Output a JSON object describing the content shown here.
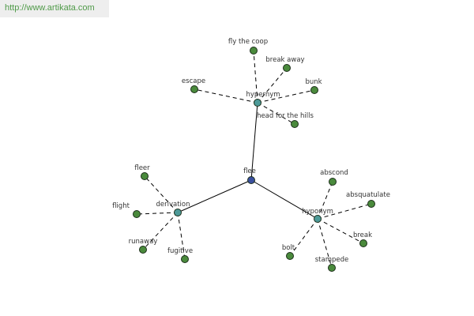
{
  "watermark": {
    "text": "http://www.artikata.com",
    "color": "#4f9a48"
  },
  "graph": {
    "colors": {
      "root": "#3a4f9e",
      "relation": "#4d9a98",
      "word": "#4a8a3c"
    },
    "root": {
      "id": "flee",
      "label": "flee"
    },
    "relations": [
      {
        "id": "hypernym",
        "label": "hypernym",
        "words": [
          "fly the coop",
          "break away",
          "bunk",
          "head for the hills",
          "escape"
        ]
      },
      {
        "id": "derivation",
        "label": "derivation",
        "words": [
          "fleer",
          "flight",
          "runaway",
          "fugitive"
        ]
      },
      {
        "id": "hyponym",
        "label": "hyponym",
        "words": [
          "abscond",
          "absquatulate",
          "break",
          "stampede",
          "bolt"
        ]
      }
    ]
  }
}
